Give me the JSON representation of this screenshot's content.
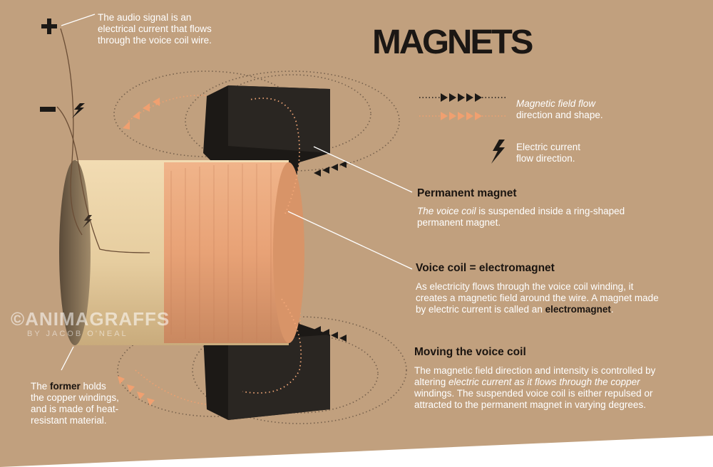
{
  "title": "MAGNETS",
  "watermark": {
    "brand": "©ANIMAGRAFFS",
    "byline": "BY JACOB O'NEAL"
  },
  "terminals": {
    "plus": "+",
    "minus": "−"
  },
  "legend": {
    "magnetic_field": [
      "Magnetic field flow",
      "direction and shape."
    ],
    "electric_current": [
      "Electric current",
      "flow direction."
    ]
  },
  "callouts": {
    "audio_signal": [
      "The audio signal is an",
      "electrical current that flows",
      "through the voice coil wire."
    ],
    "permanent_magnet": {
      "heading": "Permanent magnet",
      "line1_italic": "The voice coil",
      "line1_rest": " is suspended inside a ring-shaped",
      "line2": "permanent magnet."
    },
    "voice_coil": {
      "heading": "Voice coil = electromagnet",
      "line1": "As electricity flows through the voice coil winding, it",
      "line2": "creates a magnetic field around the wire. A magnet made",
      "line3_pre": "by electric current is called an ",
      "line3_bold": "electromagnet",
      "line3_post": "."
    },
    "moving_coil": {
      "heading": "Moving the voice coil",
      "line1": "The magnetic field direction and intensity is controlled by",
      "line2_pre": "altering ",
      "line2_italic": "electric current as it flows through the copper",
      "line3": "windings. The suspended voice coil is either repulsed or",
      "line4": "attracted to the permanent magnet in varying degrees."
    },
    "former": {
      "line1_pre": "The ",
      "line1_bold": "former",
      "line1_post": " holds",
      "line2": "the copper windings,",
      "line3": "and is made of heat-",
      "line4": "resistant material."
    }
  },
  "colors": {
    "background": "#c0a07e",
    "magnet": "#1d1a17",
    "former": "#e9d2a8",
    "coil": "#e8a57a",
    "orange_arrow": "#f0a070",
    "dark_text": "#1a1410",
    "light_text": "#ffffff"
  }
}
